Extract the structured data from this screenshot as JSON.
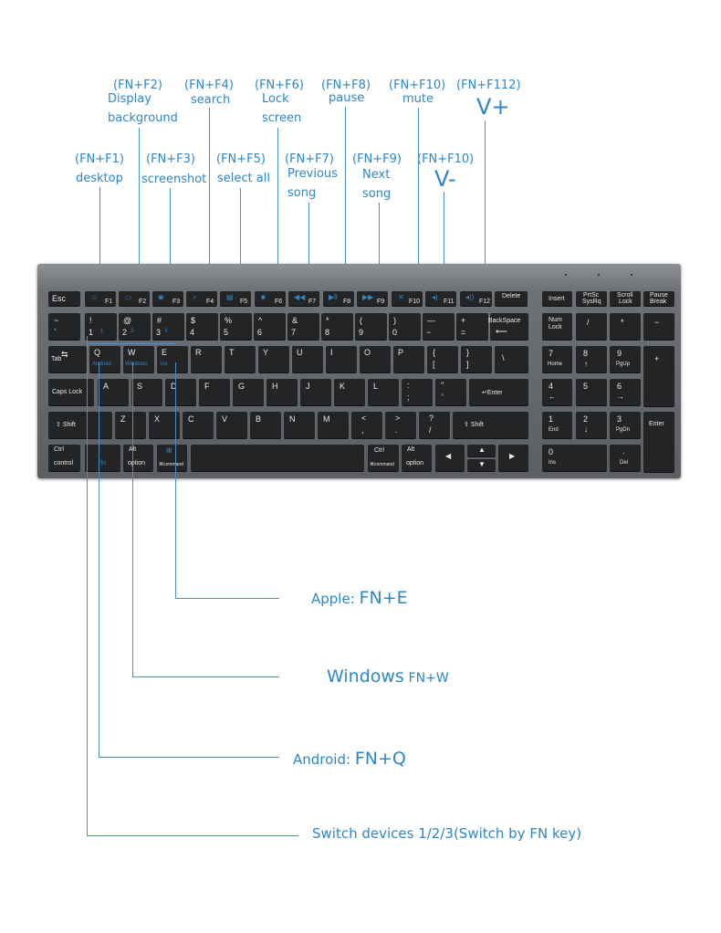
{
  "fn_labels": {
    "f1": {
      "combo": "(FN+F1)",
      "desc": "desktop"
    },
    "f2": {
      "combo": "(FN+F2)",
      "desc1": "Display",
      "desc2": "background"
    },
    "f3": {
      "combo": "(FN+F3)",
      "desc": "screenshot"
    },
    "f4": {
      "combo": "(FN+F4)",
      "desc": "search"
    },
    "f5": {
      "combo": "(FN+F5)",
      "desc": "select  all"
    },
    "f6": {
      "combo": "(FN+F6)",
      "desc1": "Lock",
      "desc2": "screen"
    },
    "f7": {
      "combo": "(FN+F7)",
      "desc1": "Previous",
      "desc2": "song"
    },
    "f8": {
      "combo": "(FN+F8)",
      "desc": "pause"
    },
    "f9": {
      "combo": "(FN+F9)",
      "desc1": "Next",
      "desc2": "song"
    },
    "f10": {
      "combo": "(FN+F10)",
      "desc": "mute"
    },
    "f11": {
      "combo": "(FN+F10)",
      "desc": "V-"
    },
    "f12": {
      "combo": "(FN+F112)",
      "desc": "V+"
    }
  },
  "callouts": {
    "apple": {
      "label": "Apple:",
      "combo": "FN+E"
    },
    "windows": {
      "label": "Windows",
      "combo": "FN+W"
    },
    "android": {
      "label": "Android:",
      "combo": "FN+Q"
    },
    "switch": {
      "label": "Switch devices 1/2/3(Switch by FN key)"
    }
  },
  "keys": {
    "esc": "Esc",
    "f1": "F1",
    "f2": "F2",
    "f3": "F3",
    "f4": "F4",
    "f5": "F5",
    "f6": "F6",
    "f7": "F7",
    "f8": "F8",
    "f9": "F9",
    "f10": "F10",
    "f11": "F11",
    "f12": "F12",
    "delete": "Delete",
    "insert": "Insert",
    "prtsc": "PrtSc",
    "sysrq": "SysRq",
    "scroll": "Scroll",
    "lock": "Lock",
    "pause": "Pause",
    "break": "Break",
    "tilde": "~",
    "backtick": "`",
    "n1_top": "!",
    "n1": "1",
    "n1_blue": "1",
    "n2_top": "@",
    "n2": "2",
    "n2_blue": "2",
    "n3_top": "#",
    "n3": "3",
    "n3_blue": "3",
    "n4_top": "$",
    "n4": "4",
    "n5_top": "%",
    "n5": "5",
    "n6_top": "^",
    "n6": "6",
    "n7_top": "&",
    "n7": "7",
    "n8_top": "*",
    "n8": "8",
    "n9_top": "(",
    "n9": "9",
    "n0_top": ")",
    "n0": "0",
    "minus_top": "—",
    "minus": "−",
    "plus_top": "+",
    "plus": "=",
    "backspace": "BackSpace",
    "numlock1": "Num",
    "numlock2": "Lock",
    "np_slash": "/",
    "np_star": "*",
    "np_minus": "−",
    "tab": "Tab",
    "q": "Q",
    "w": "W",
    "e": "E",
    "r": "R",
    "t": "T",
    "y": "Y",
    "u": "U",
    "i": "I",
    "o": "O",
    "p": "P",
    "lbrace": "{",
    "lbracket": "[",
    "rbrace": "}",
    "rbracket": "]",
    "backslash": "\\",
    "q_sub": "Android",
    "w_sub": "Windows",
    "e_sub": "ios",
    "np7": "7",
    "np7_sub": "Home",
    "np8": "8",
    "np9": "9",
    "np9_sub": "PgUp",
    "np_plus": "+",
    "caps": "Caps Lock",
    "a": "A",
    "s": "S",
    "d": "D",
    "f": "F",
    "g": "G",
    "h": "H",
    "j": "J",
    "k": "K",
    "l": "L",
    "colon": ":",
    "semicolon": ";",
    "quote": "\"",
    "apos": "'",
    "enter": "Enter",
    "np4": "4",
    "np5": "5",
    "np6": "6",
    "shift_l": "Shift",
    "z": "Z",
    "x": "X",
    "c": "C",
    "v": "V",
    "b": "B",
    "n": "N",
    "m": "M",
    "lt": "<",
    "comma": ",",
    "gt": ">",
    "period": ".",
    "question": "?",
    "slash": "/",
    "shift_r": "Shift",
    "np1": "1",
    "np1_sub": "End",
    "np2": "2",
    "np3": "3",
    "np3_sub": "PgDn",
    "np_enter": "Enter",
    "ctrl_l": "Ctrl",
    "control": "control",
    "fn": "fn",
    "alt_l": "Alt",
    "option_l": "option",
    "win_sub": "command",
    "ctrl_r": "Ctrl",
    "cmd_r": "command",
    "alt_r": "Alt",
    "option_r": "option",
    "np0": "0",
    "np0_sub": "Ins",
    "np_dot": ".",
    "np_del": "Del"
  }
}
